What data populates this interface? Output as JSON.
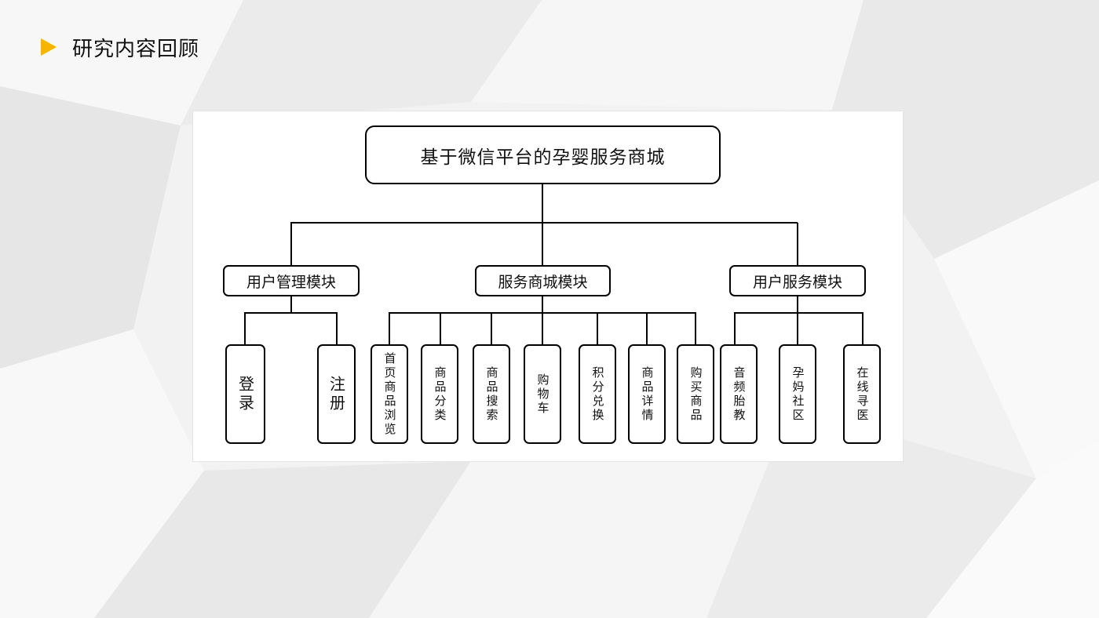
{
  "page": {
    "title": "研究内容回顾",
    "accent_color": "#f7b500",
    "marker_icon": "play-triangle"
  },
  "diagram": {
    "root": "基于微信平台的孕婴服务商城",
    "modules": [
      {
        "label": "用户管理模块",
        "children": [
          "登录",
          "注册"
        ]
      },
      {
        "label": "服务商城模块",
        "children": [
          "首页商品浏览",
          "商品分类",
          "商品搜索",
          "购物车",
          "积分兑换",
          "商品详情",
          "购买商品"
        ]
      },
      {
        "label": "用户服务模块",
        "children": [
          "音频胎教",
          "孕妈社区",
          "在线寻医"
        ]
      }
    ]
  }
}
